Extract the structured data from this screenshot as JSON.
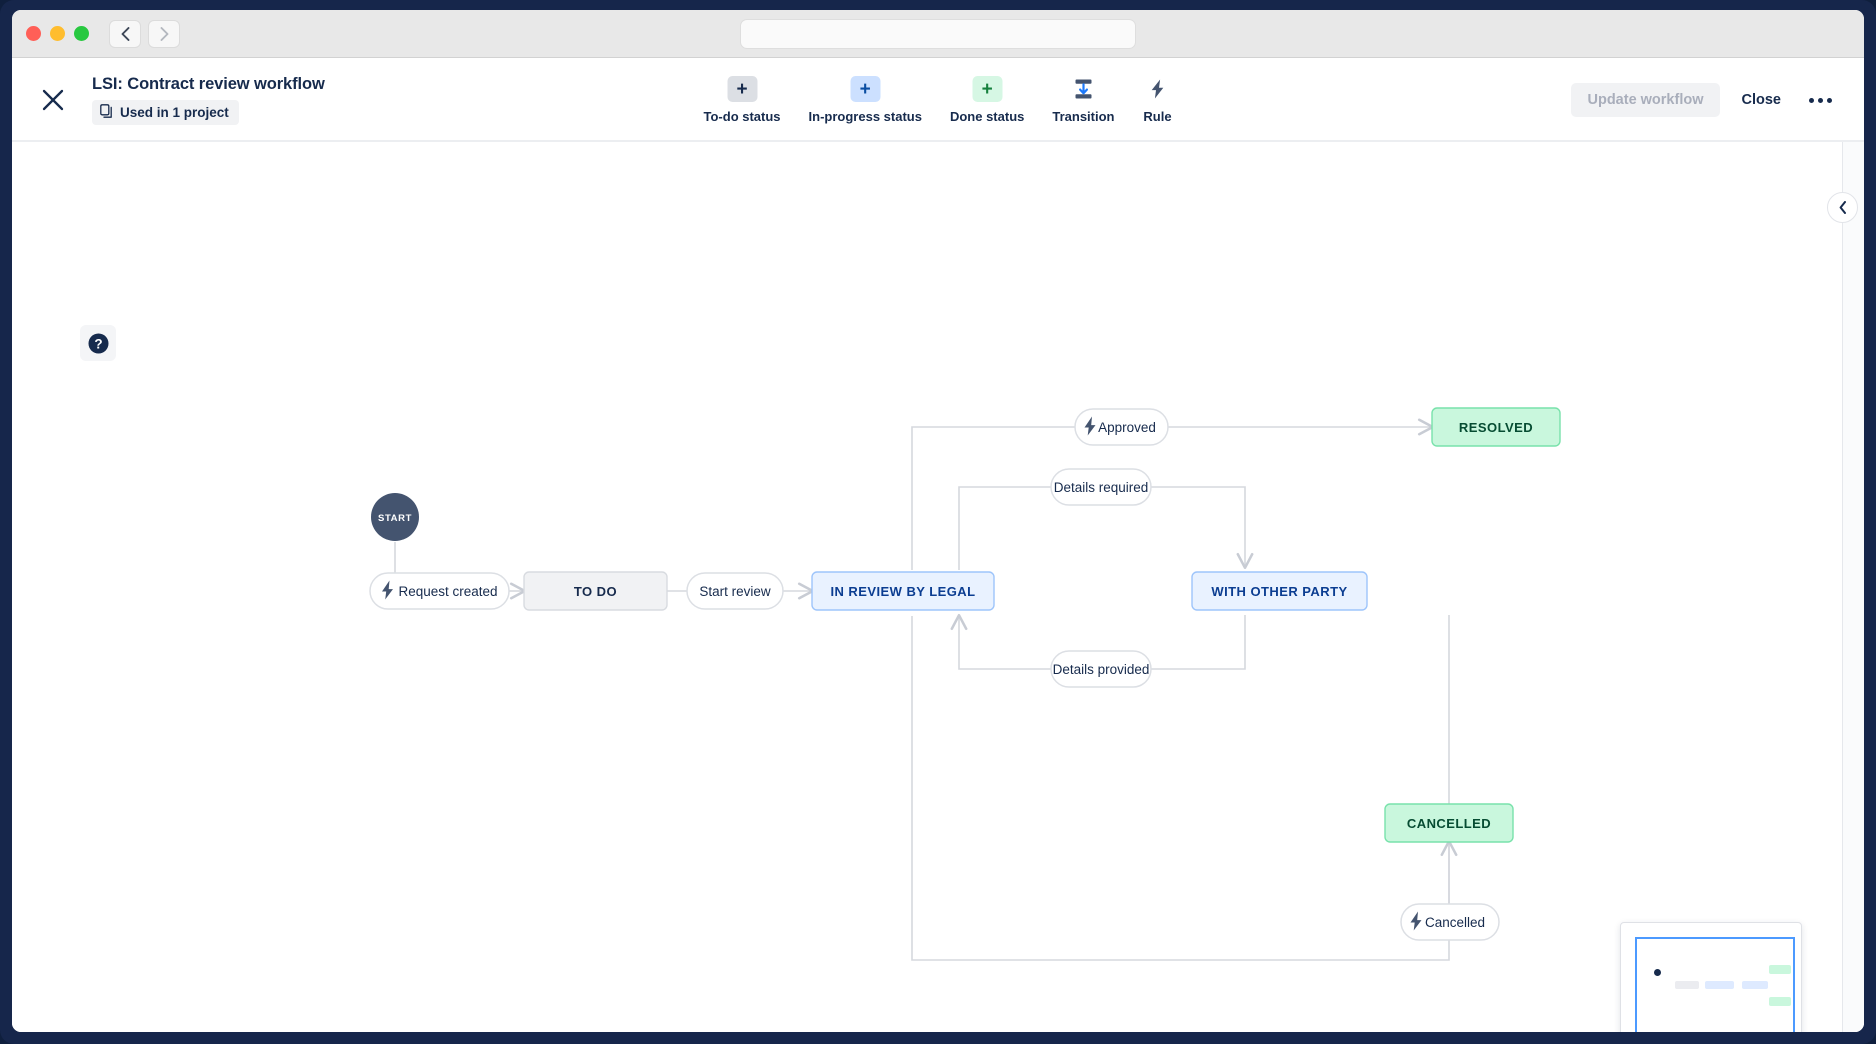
{
  "browser": {
    "back_icon": "chevron-left-icon",
    "forward_icon": "chevron-right-icon",
    "address_value": "",
    "address_placeholder": ""
  },
  "header": {
    "close_icon": "close-x-icon",
    "title": "LSI: Contract review workflow",
    "used_in": "Used in 1 project",
    "used_in_icon": "copy-icon",
    "update_label": "Update workflow",
    "close_label": "Close",
    "more_icon": "more-options-icon"
  },
  "toolbar": {
    "items": [
      {
        "label": "To-do status",
        "glyph": "+",
        "style": "grey",
        "icon": "plus-icon"
      },
      {
        "label": "In-progress status",
        "glyph": "+",
        "style": "blue",
        "icon": "plus-icon"
      },
      {
        "label": "Done status",
        "glyph": "+",
        "style": "green",
        "icon": "plus-icon"
      },
      {
        "label": "Transition",
        "glyph": "",
        "style": "plain",
        "icon": "transition-icon"
      },
      {
        "label": "Rule",
        "glyph": "",
        "style": "plain",
        "icon": "lightning-bolt-icon"
      }
    ]
  },
  "canvas": {
    "help_icon": "help-question-icon",
    "collapse_icon": "chevron-left-icon"
  },
  "workflow": {
    "start_label": "START",
    "statuses": [
      {
        "id": "todo",
        "label": "TO DO",
        "category": "to-do"
      },
      {
        "id": "review",
        "label": "IN REVIEW BY LEGAL",
        "category": "in-progress"
      },
      {
        "id": "other",
        "label": "WITH OTHER PARTY",
        "category": "in-progress"
      },
      {
        "id": "resolved",
        "label": "RESOLVED",
        "category": "done"
      },
      {
        "id": "cancelled",
        "label": "CANCELLED",
        "category": "done"
      }
    ],
    "transitions": [
      {
        "label": "Request created",
        "rule": true,
        "from": "start",
        "to": "todo"
      },
      {
        "label": "Start review",
        "rule": false,
        "from": "todo",
        "to": "review"
      },
      {
        "label": "Approved",
        "rule": true,
        "from": "review",
        "to": "resolved"
      },
      {
        "label": "Details required",
        "rule": false,
        "from": "review",
        "to": "other"
      },
      {
        "label": "Details provided",
        "rule": false,
        "from": "other",
        "to": "review"
      },
      {
        "label": "Cancelled",
        "rule": true,
        "from": "other",
        "to": "cancelled"
      }
    ]
  },
  "minimap": {
    "label": "workflow-minimap"
  },
  "colors": {
    "todo_bg": "#f1f2f4",
    "inprogress_bg": "#e9f2ff",
    "done_bg": "#c9f7dd",
    "accent_blue": "#4c9aff",
    "text_navy": "#172b4d"
  }
}
